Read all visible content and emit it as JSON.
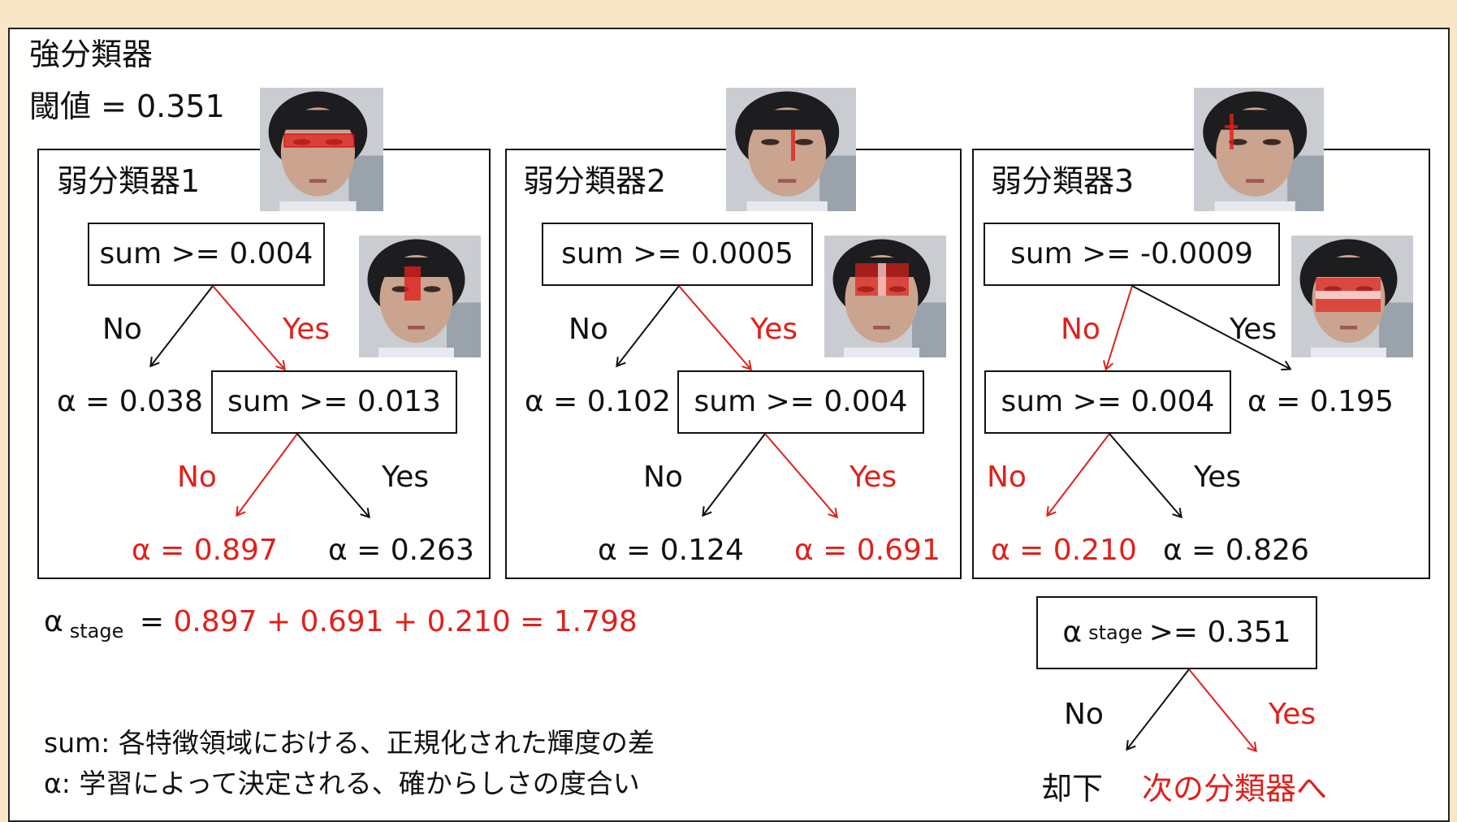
{
  "title": "強分類器",
  "threshold": "閾値 = 0.351",
  "weak": [
    {
      "label": "弱分類器1",
      "root": "sum >= 0.004",
      "root_no": "No",
      "root_yes": "Yes",
      "leaf": "α = 0.038",
      "sub": "sum >= 0.013",
      "sub_no": "No",
      "sub_yes": "Yes",
      "a_no": "α = 0.897",
      "a_yes": "α = 0.263"
    },
    {
      "label": "弱分類器2",
      "root": "sum >= 0.0005",
      "root_no": "No",
      "root_yes": "Yes",
      "leaf": "α = 0.102",
      "sub": "sum >= 0.004",
      "sub_no": "No",
      "sub_yes": "Yes",
      "a_no": "α = 0.124",
      "a_yes": "α = 0.691"
    },
    {
      "label": "弱分類器3",
      "root": "sum >= -0.0009",
      "root_no": "No",
      "root_yes": "Yes",
      "leaf": "α = 0.195",
      "sub": "sum >= 0.004",
      "sub_no": "No",
      "sub_yes": "Yes",
      "a_no": "α = 0.210",
      "a_yes": "α = 0.826"
    }
  ],
  "stage": {
    "alpha": "α",
    "sub": "stage",
    "eq": "=",
    "sum": "0.897 + 0.691 + 0.210 = 1.798",
    "cond_op": ">= 0.351",
    "no": "No",
    "yes": "Yes",
    "reject": "却下",
    "next": "次の分類器へ"
  },
  "notes": [
    "sum: 各特徴領域における、正規化された輝度の差",
    "α: 学習によって決定される、確からしさの度合い"
  ],
  "colors": {
    "accent": "#e0201b",
    "background": "#f8e6c6",
    "line": "#111111"
  }
}
